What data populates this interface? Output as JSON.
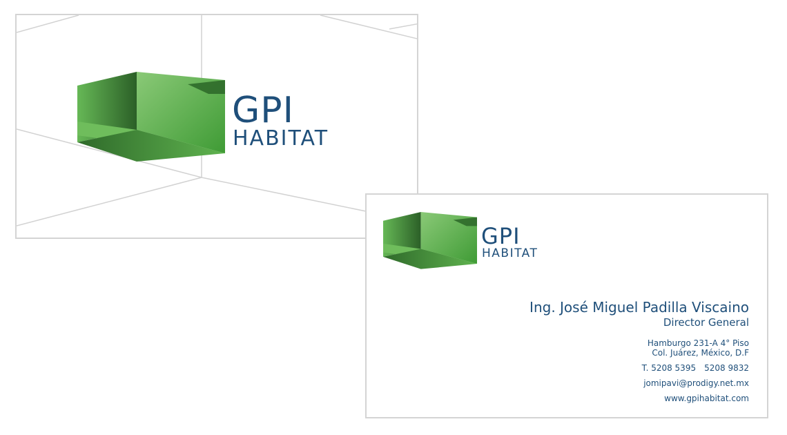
{
  "brand": {
    "line1": "GPI",
    "line2": "HABITAT",
    "text_color": "#1f4f7a",
    "green_light": "#8ec97a",
    "green_mid": "#4aa83c",
    "green_dark": "#2f6a2a"
  },
  "contact": {
    "name": "Ing. José Miguel Padilla Viscaino",
    "role": "Director General",
    "address_1": "Hamburgo 231-A 4° Piso",
    "address_2": "Col. Juárez, México, D.F",
    "phone_1": "T. 5208 5395",
    "phone_2": "5208 9832",
    "email": "jomipavi@prodigy.net.mx",
    "website": "www.gpihabitat.com"
  }
}
